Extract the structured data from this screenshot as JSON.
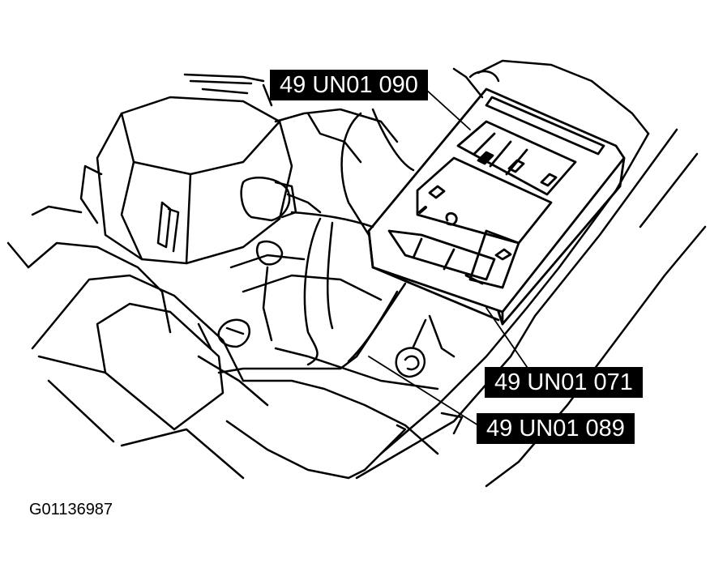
{
  "figure": {
    "id": "G01136987"
  },
  "callouts": [
    {
      "part_number": "49 UN01 090"
    },
    {
      "part_number": "49 UN01 071"
    },
    {
      "part_number": "49 UN01 089"
    }
  ],
  "colors": {
    "line": "#000000",
    "label_bg": "#000000",
    "label_text": "#ffffff",
    "background": "#ffffff"
  }
}
